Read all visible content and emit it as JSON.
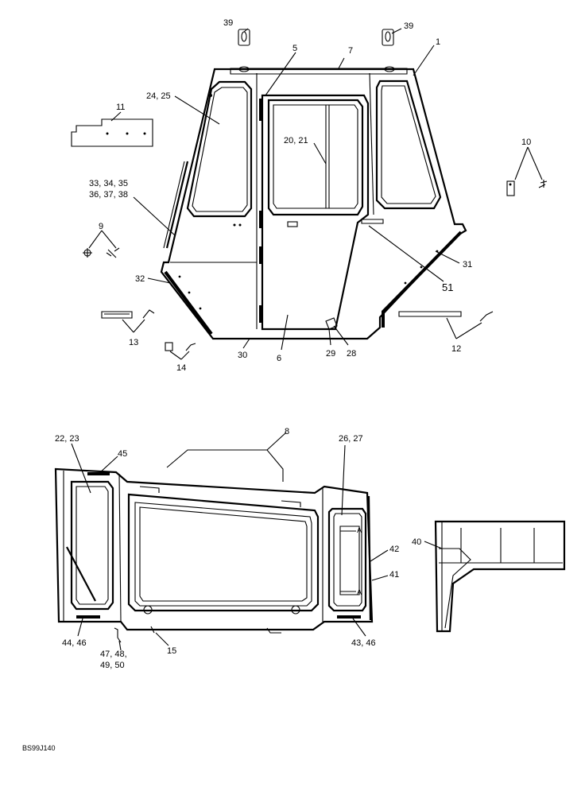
{
  "drawing_code": "BS99J140",
  "callouts": {
    "c39a": "39",
    "c39b": "39",
    "c7": "7",
    "c5": "5",
    "c1": "1",
    "c11": "11",
    "c24_25": "24, 25",
    "c20_21": "20, 21",
    "c10": "10",
    "c33_35": "33, 34, 35",
    "c36_38": "36, 37, 38",
    "c9": "9",
    "c31": "31",
    "c51": "51",
    "c32": "32",
    "c13": "13",
    "c12": "12",
    "c30": "30",
    "c6": "6",
    "c29": "29",
    "c28": "28",
    "c14": "14",
    "c8": "8",
    "c22_23": "22, 23",
    "c26_27": "26, 27",
    "c45": "45",
    "c40": "40",
    "c42": "42",
    "c41": "41",
    "c44_46": "44, 46",
    "c15": "15",
    "c43_46": "43, 46",
    "c47_48": "47, 48,",
    "c49_50": "49, 50",
    "markA1": "A",
    "markA2": "A"
  }
}
